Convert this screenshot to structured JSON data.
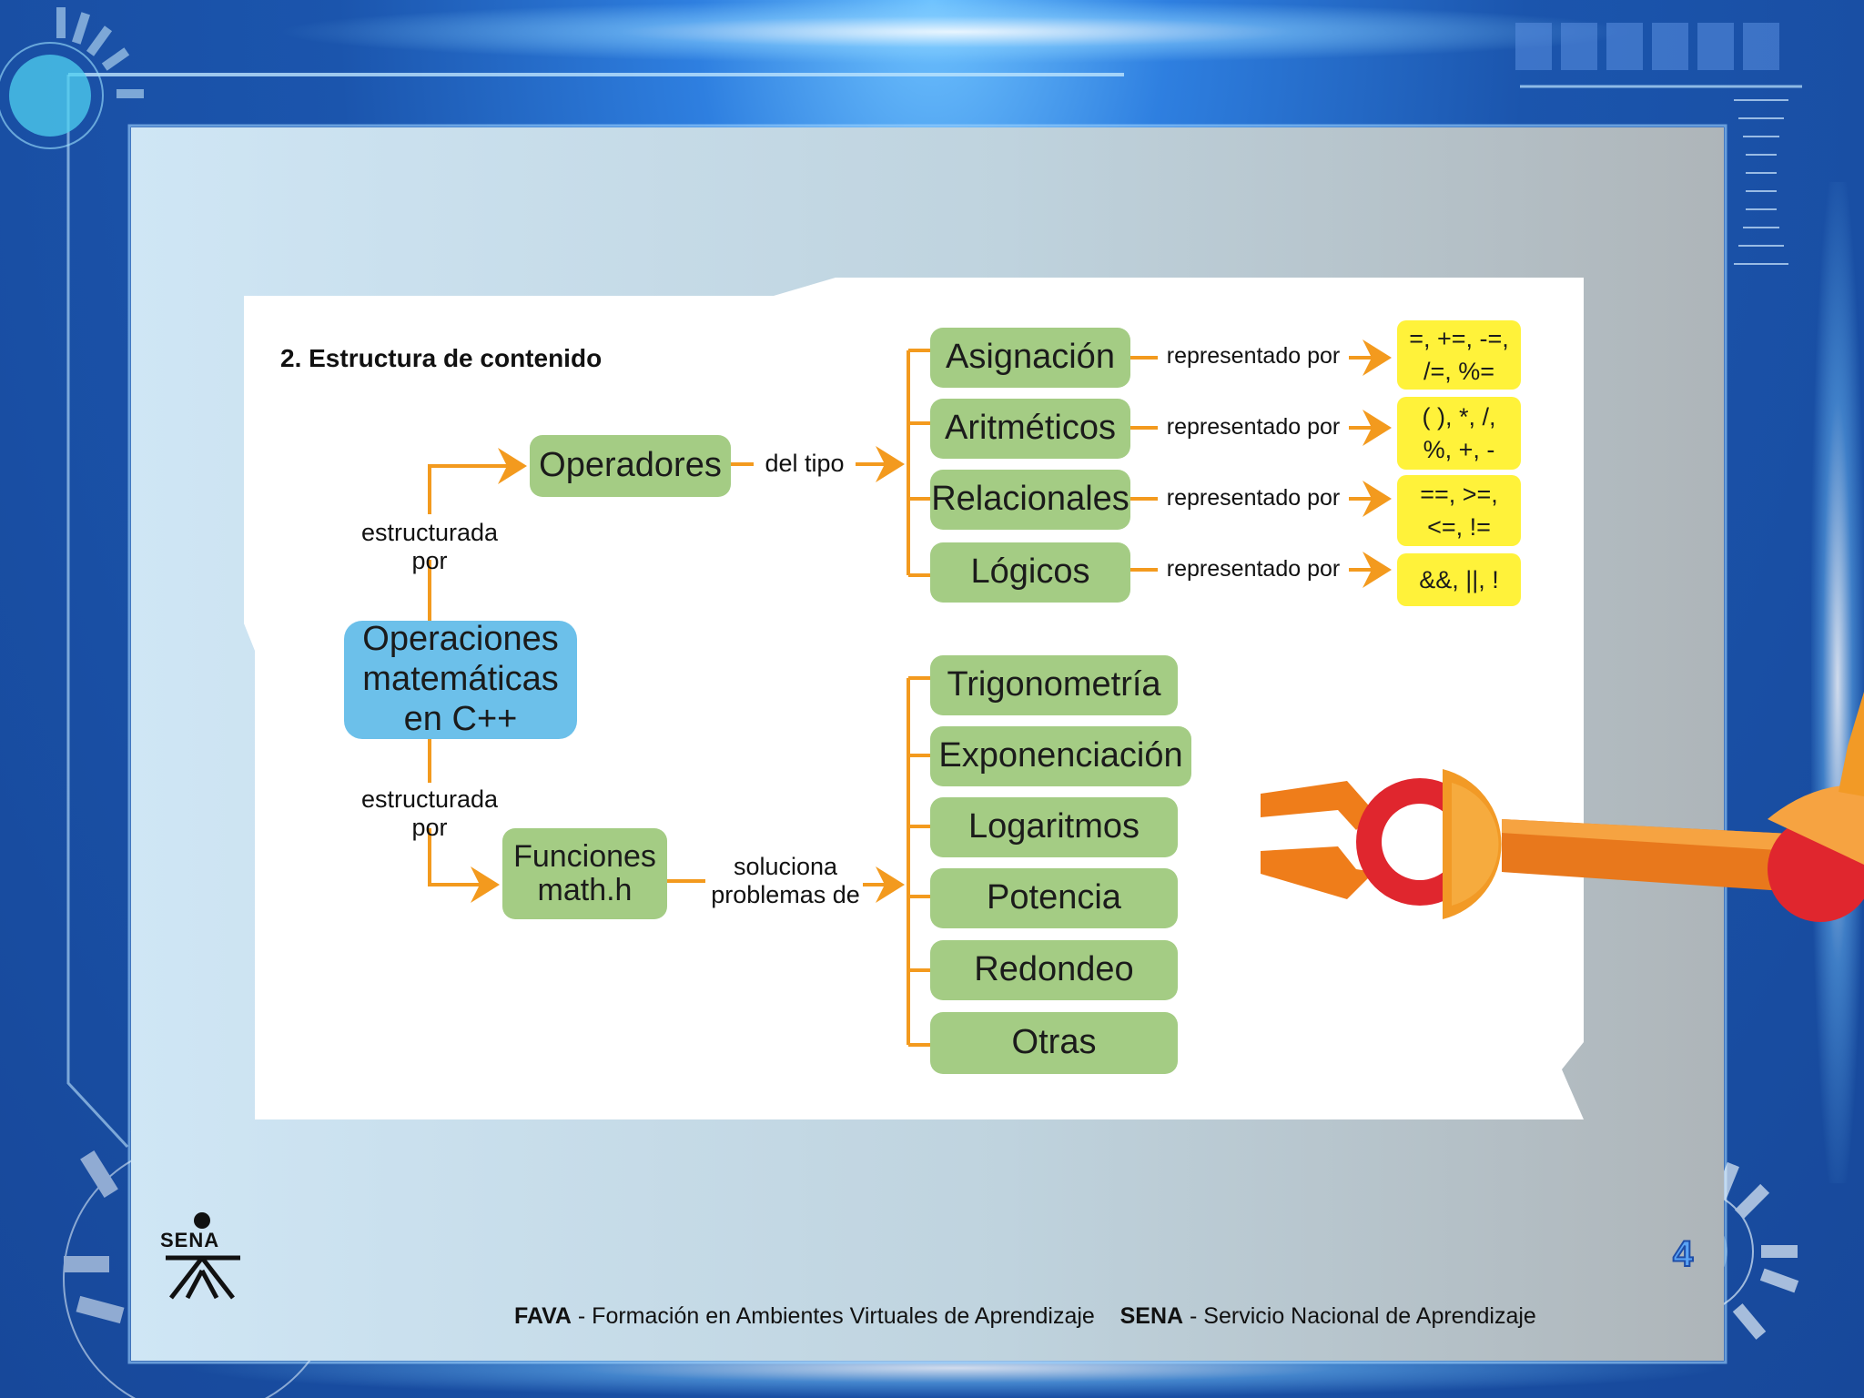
{
  "heading": "2.  Estructura de contenido",
  "root": {
    "lines": [
      "Operaciones",
      "matemáticas",
      "en C++"
    ]
  },
  "links": {
    "estructurada_top": [
      "estructurada",
      "por"
    ],
    "estructurada_bottom": [
      "estructurada",
      "por"
    ],
    "del_tipo": "del tipo",
    "soluciona": [
      "soluciona",
      "problemas de"
    ],
    "representado": "representado por"
  },
  "operadores": "Operadores",
  "funciones": [
    "Funciones",
    "math.h"
  ],
  "operator_types": [
    {
      "name": "Asignación",
      "symbols": [
        "=, +=, -=,",
        "/=, %="
      ]
    },
    {
      "name": "Aritméticos",
      "symbols": [
        "( ), *, /,",
        "%, +, -"
      ]
    },
    {
      "name": "Relacionales",
      "symbols": [
        "==, >=,",
        "<=, !="
      ]
    },
    {
      "name": "Lógicos",
      "symbols": [
        "&&, ||, !"
      ]
    }
  ],
  "problems": [
    "Trigonometría",
    "Exponenciación",
    "Logaritmos",
    "Potencia",
    "Redondeo",
    "Otras"
  ],
  "footer": {
    "fava_abbr": "FAVA",
    "fava_text": " - Formación en Ambientes Virtuales de Aprendizaje",
    "sena_abbr": "SENA",
    "sena_text": " - Servicio Nacional de Aprendizaje"
  },
  "logo_text": "SENA",
  "page_number": "4",
  "colors": {
    "green": "#a4cc84",
    "yellow": "#fff23a",
    "blue": "#6cc0ea",
    "connector": "#f39a1e",
    "frame": "#1b55ad"
  }
}
